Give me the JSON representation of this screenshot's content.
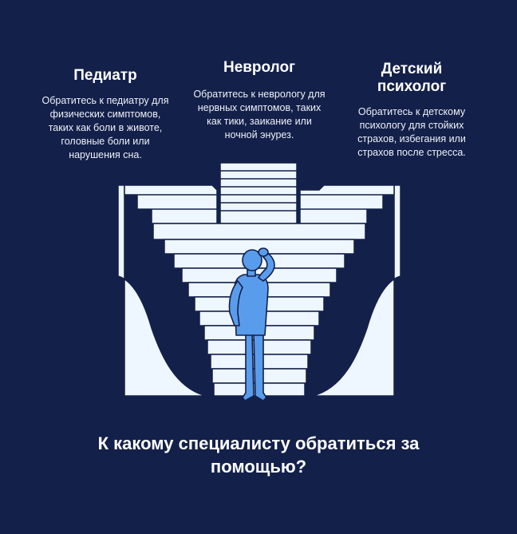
{
  "options": [
    {
      "title": "Педиатр",
      "text": "Обратитесь к педиатру для физических симптомов, таких как боли в животе, головные боли или нарушения сна."
    },
    {
      "title": "Невролог",
      "text": "Обратитесь к неврологу для нервных симптомов, таких как тики, заикание или ночной энурез."
    },
    {
      "title": "Детский психолог",
      "text": "Обратитесь к детскому психологу для стойких страхов, избегания или страхов после стресса."
    }
  ],
  "question": "К какому специалисту обратиться за помощью?",
  "colors": {
    "background": "#13204a",
    "stairs_fill": "#eef6ff",
    "stairs_outline": "#13204a",
    "person": "#5a9cec"
  },
  "icons": [
    "stairs-illustration",
    "person-scratching-head-icon"
  ]
}
